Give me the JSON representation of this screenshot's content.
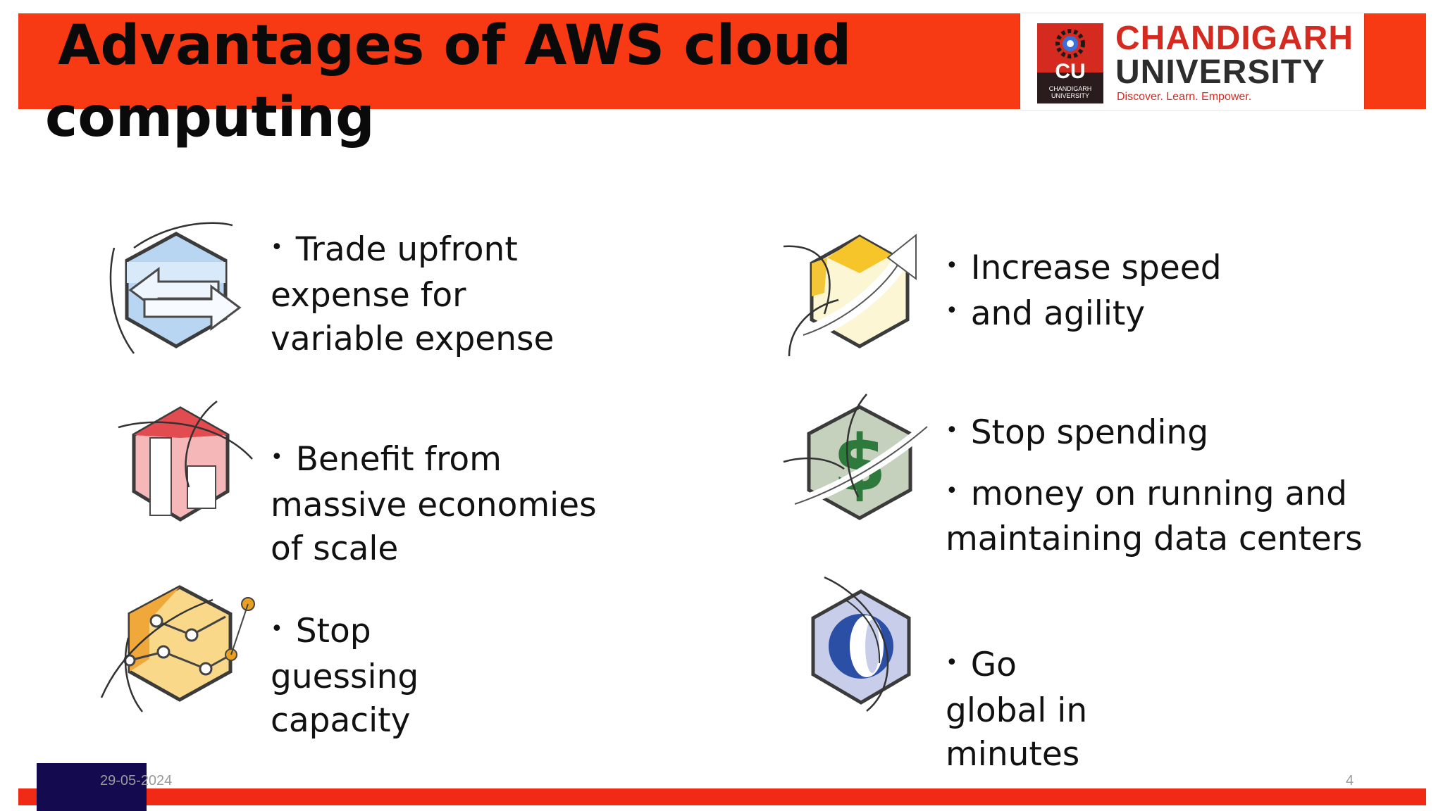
{
  "slide": {
    "title_line1": "Advantages of AWS cloud",
    "title_line2": "computing"
  },
  "logo": {
    "emblem_text": "CU",
    "emblem_sub1": "CHANDIGARH",
    "emblem_sub2": "UNIVERSITY",
    "name_line1": "CHANDIGARH",
    "name_line2": "UNIVERSITY",
    "tagline": "Discover. Learn. Empower."
  },
  "features": {
    "trade": {
      "icon": "exchange-arrows-icon",
      "bullet": "•",
      "line1": "Trade upfront",
      "line2": "expense for",
      "line3": "variable expense"
    },
    "economies": {
      "icon": "building-blocks-icon",
      "bullet": "•",
      "line1": "Benefit from",
      "line2": "massive economies",
      "line3": "of scale"
    },
    "capacity": {
      "icon": "network-nodes-icon",
      "bullet": "•",
      "line1": "Stop",
      "line2": "guessing",
      "line3": "capacity"
    },
    "speed": {
      "icon": "upward-arrow-icon",
      "bullet": "•",
      "line1": "Increase speed",
      "line2": "and agility"
    },
    "spending": {
      "icon": "dollar-sign-icon",
      "bullet": "•",
      "line1": "Stop spending",
      "line2": "money on running and",
      "line3": "maintaining data centers"
    },
    "global": {
      "icon": "globe-icon",
      "bullet": "•",
      "line1": "Go",
      "line2": "global in",
      "line3": "minutes"
    }
  },
  "footer": {
    "date": "29-05-2024",
    "page_number": "4"
  },
  "colors": {
    "header_red": "#f73a14",
    "footer_navy": "#140a4f",
    "brand_red": "#d52a20"
  }
}
